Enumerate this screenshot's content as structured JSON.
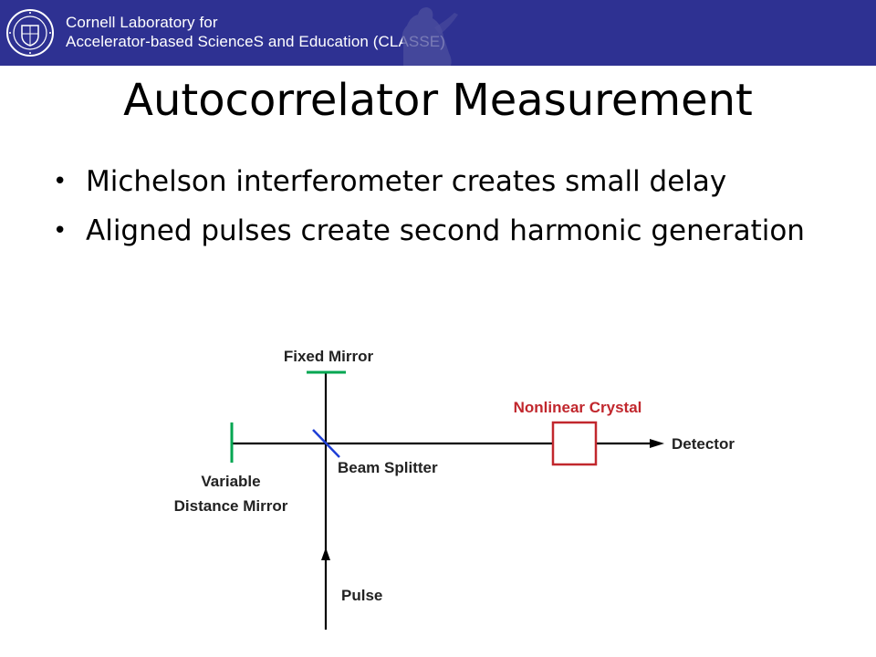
{
  "header": {
    "line1": "Cornell Laboratory for",
    "line2": "Accelerator-based ScienceS and Education (CLASSE)"
  },
  "slide": {
    "title": "Autocorrelator Measurement",
    "bullets": [
      "Michelson interferometer creates small delay",
      "Aligned pulses create second harmonic generation"
    ]
  },
  "diagram": {
    "labels": {
      "fixed_mirror": "Fixed Mirror",
      "nonlinear_crystal": "Nonlinear Crystal",
      "detector": "Detector",
      "beam_splitter": "Beam Splitter",
      "variable_mirror_line1": "Variable",
      "variable_mirror_line2": "Distance Mirror",
      "pulse": "Pulse"
    },
    "colors": {
      "mirror": "#00a651",
      "beam_splitter": "#1f3fd6",
      "crystal": "#c1272d",
      "beam": "#000000"
    }
  },
  "colors": {
    "header_bg": "#2e3192",
    "header_text": "#ffffff"
  },
  "icons": {
    "seal": "cornell-seal-icon",
    "statue": "statue-silhouette"
  }
}
